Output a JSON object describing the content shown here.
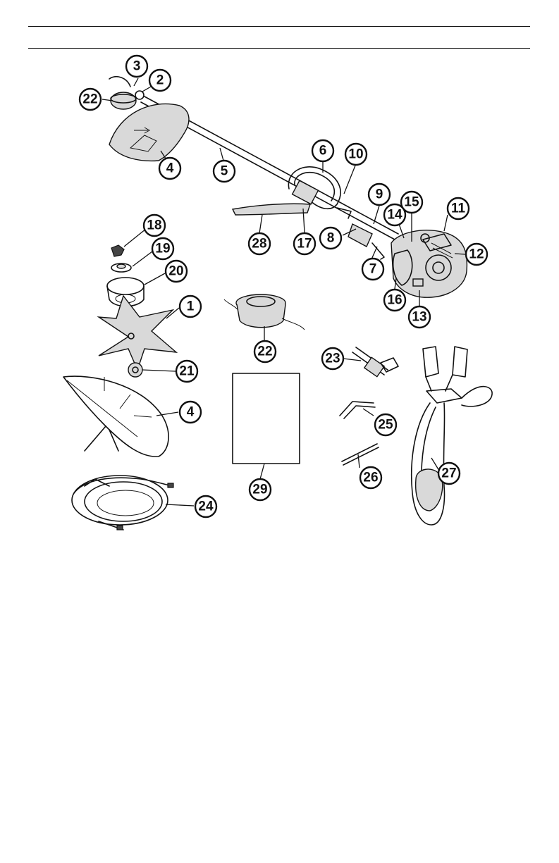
{
  "colors": {
    "ink": "#111111",
    "paper": "#ffffff",
    "part_fill": "#d9d9d9"
  },
  "callouts": {
    "c1": "1",
    "c2": "2",
    "c3": "3",
    "c4a": "4",
    "c4b": "4",
    "c5": "5",
    "c6": "6",
    "c7": "7",
    "c8": "8",
    "c9": "9",
    "c10": "10",
    "c11": "11",
    "c12": "12",
    "c13": "13",
    "c14": "14",
    "c15": "15",
    "c16": "16",
    "c17": "17",
    "c18": "18",
    "c19": "19",
    "c20": "20",
    "c21": "21",
    "c22a": "22",
    "c22b": "22",
    "c23": "23",
    "c24": "24",
    "c25": "25",
    "c26": "26",
    "c27": "27",
    "c28": "28",
    "c29": "29"
  },
  "icons": {
    "trimmer": "trimmer-assembly-icon",
    "blade": "cutting-blade-icon",
    "spool": "trimmer-head-spool-icon",
    "wrench": "socket-wrench-icon",
    "harness": "shoulder-harness-icon",
    "cable": "line-coil-icon",
    "manual": "operator-manual-icon"
  }
}
